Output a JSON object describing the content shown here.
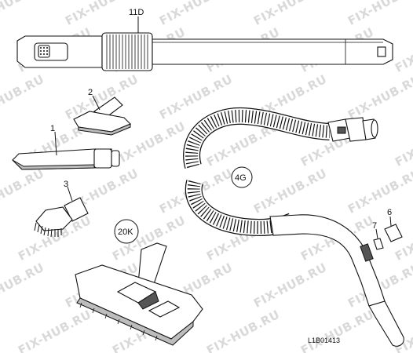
{
  "diagram": {
    "watermark_text": "FIX-HUB.RU",
    "drawing_code": "L1B01413",
    "parts": [
      {
        "id": "tube",
        "label": "11D"
      },
      {
        "id": "upholstery-nozzle",
        "label": "2"
      },
      {
        "id": "crevice-nozzle",
        "label": "1"
      },
      {
        "id": "dusting-brush",
        "label": "3"
      },
      {
        "id": "hose",
        "label": "4G"
      },
      {
        "id": "floor-nozzle",
        "label": "20K"
      },
      {
        "id": "slider-part-7",
        "label": "7"
      },
      {
        "id": "slider-part-6",
        "label": "6"
      }
    ]
  }
}
